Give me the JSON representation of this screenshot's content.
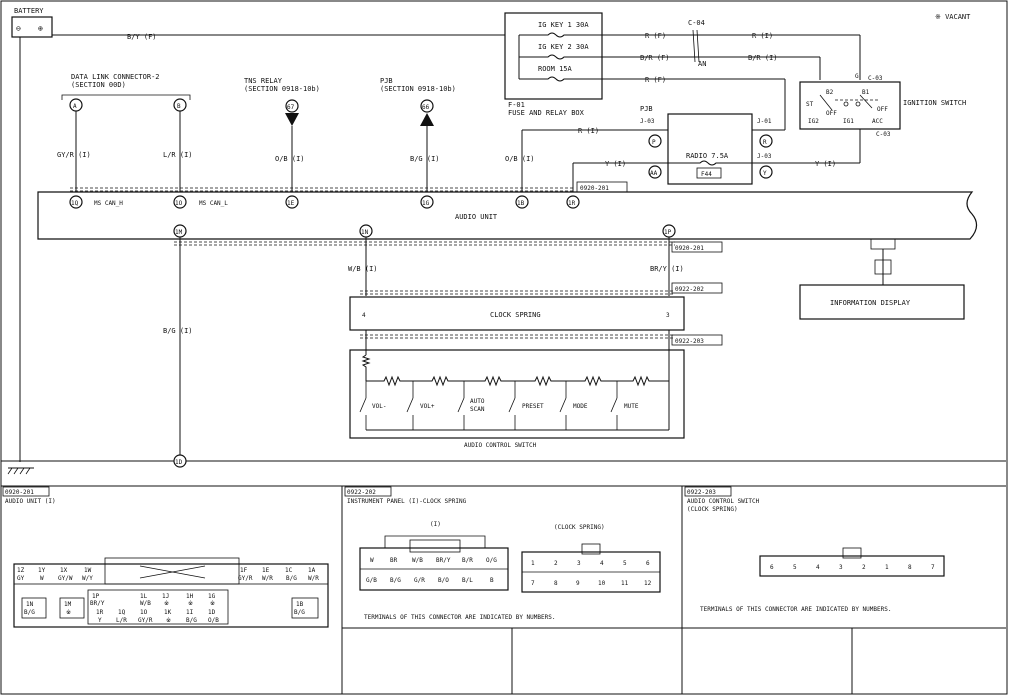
{
  "header": {
    "vacant_note": "※ VACANT"
  },
  "battery": {
    "label": "BATTERY",
    "minus": "⊖",
    "plus": "⊕"
  },
  "wires": {
    "battery_feed": "B/Y (F)",
    "r_f": "R (F)",
    "r_i": "R (I)",
    "br_f": "B/R (F)",
    "br_i": "B/R (I)",
    "r_f2": "R (F)",
    "gy_r": "GY/R (I)",
    "l_r": "L/R (I)",
    "o_b": "O/B (I)",
    "b_g": "B/G (I)",
    "o_b2": "O/B (I)",
    "y_left": "Y (I)",
    "r_radio": "R (I)",
    "y_right": "Y (I)",
    "w_b": "W/B (I)",
    "br_y": "BR/Y (I)",
    "b_g_ground": "B/G (I)"
  },
  "fuse_box": {
    "fuses": [
      "IG KEY 1 30A",
      "IG KEY 2 30A",
      "ROOM 15A"
    ],
    "title_code": "F-01",
    "title": "FUSE AND RELAY BOX",
    "conn_c04": "C-04",
    "an": "AN"
  },
  "ignition": {
    "label": "IGNITION SWITCH",
    "c03a": "C-03",
    "c03b": "C-03",
    "g": "G",
    "b2": "B2",
    "b1": "B1",
    "st": "ST",
    "ig1": "IG1",
    "ig2": "IG2",
    "acc": "ACC",
    "off1": "OFF",
    "off2": "OFF"
  },
  "pjb": {
    "label": "PJB",
    "fuse": "RADIO 7.5A",
    "fuse_id": "F44",
    "j03a": "J-03",
    "j01": "J-01",
    "j03b": "J-03",
    "p": "P",
    "r": "R",
    "aa": "AA",
    "y": "Y"
  },
  "sources": {
    "dlc_title": "DATA LINK CONNECTOR-2",
    "dlc_section": "(SECTION 00D)",
    "dlc_a": "A",
    "dlc_b": "B",
    "tns_title": "TNS RELAY",
    "tns_section": "(SECTION 0918-10b)",
    "tns_num": "67",
    "pjb_title": "PJB",
    "pjb_section": "(SECTION 0918-10b)",
    "pjb_num": "66"
  },
  "audio_unit": {
    "label": "AUDIO UNIT",
    "connector": "0920-201",
    "connector2": "0920-201",
    "pins_top": [
      "1Q",
      "1O",
      "1E",
      "1G",
      "1B",
      "1R"
    ],
    "ms_can_h": "MS CAN_H",
    "ms_can_l": "MS CAN_L",
    "pins_bottom": [
      "1M",
      "1N",
      "1P"
    ]
  },
  "clock_spring": {
    "label": "CLOCK SPRING",
    "conn1": "0922-202",
    "conn2": "0922-203",
    "pin_left": "4",
    "pin_right": "3"
  },
  "control_switch": {
    "label": "AUDIO CONTROL SWITCH",
    "switches": [
      "VOL-",
      "VOL+",
      "AUTO",
      "SCAN",
      "PRESET",
      "MODE",
      "MUTE"
    ]
  },
  "info_display": {
    "label": "INFORMATION DISPLAY"
  },
  "ground": {
    "pin": "1D"
  },
  "panels": {
    "p1": {
      "code": "0920-201",
      "title": "AUDIO UNIT (I)",
      "row1": [
        "1Z",
        "1Y",
        "1X",
        "1W",
        "1F",
        "1E",
        "1C",
        "1A"
      ],
      "row1b": [
        "GY",
        "W",
        "GY/W",
        "W/Y",
        "GY/R",
        "W/R",
        "B/G",
        "W/R"
      ],
      "row2": [
        "1N",
        "1M",
        "1P",
        "1L",
        "1J",
        "1H",
        "1G",
        "1B"
      ],
      "row2b": [
        "B/G",
        "※",
        "BR/Y",
        "W/B",
        "※",
        "※",
        "※",
        "B/G"
      ],
      "row3": [
        "1R",
        "1Q",
        "1O",
        "1K",
        "1I",
        "1D"
      ],
      "row3b": [
        "Y",
        "L/R",
        "GY/R",
        "※",
        "B/G",
        "O/B"
      ]
    },
    "p2": {
      "code": "0922-202",
      "title": "INSTRUMENT PANEL (I)-CLOCK SPRING",
      "sub_left": "(I)",
      "sub_right": "(CLOCK SPRING)",
      "left_top": [
        "W",
        "BR",
        "W/B",
        "BR/Y",
        "B/R",
        "O/G"
      ],
      "left_bottom": [
        "G/B",
        "B/G",
        "G/R",
        "B/O",
        "B/L",
        "B"
      ],
      "right_top": [
        "1",
        "2",
        "3",
        "4",
        "5",
        "6"
      ],
      "right_bottom": [
        "7",
        "8",
        "9",
        "10",
        "11",
        "12"
      ],
      "note": "TERMINALS OF THIS CONNECTOR ARE INDICATED BY NUMBERS."
    },
    "p3": {
      "code": "0922-203",
      "title": "AUDIO CONTROL SWITCH",
      "subtitle": "(CLOCK SPRING)",
      "pins": [
        "6",
        "5",
        "4",
        "3",
        "2",
        "1",
        "8",
        "7"
      ],
      "note": "TERMINALS OF THIS CONNECTOR ARE INDICATED BY NUMBERS."
    }
  }
}
